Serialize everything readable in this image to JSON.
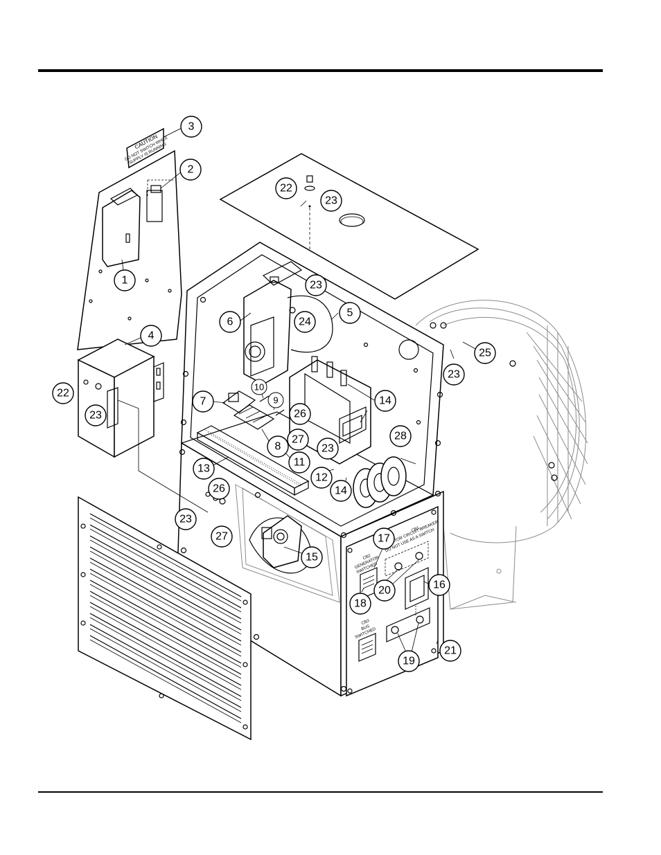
{
  "caution_label": {
    "title": "CAUTION",
    "line1": "DO NOT SWITCH WHILE",
    "line2": "SUPPLY IS RUNNING"
  },
  "panel_labels": {
    "breaker_title": "CB1",
    "breaker_line1": "GENERATOR CIRCUIT BREAKER",
    "breaker_line2": "DO NOT USE AS A SWITCH",
    "cb2_title": "CB2",
    "cb2_sub": "GENERATOR",
    "cb2_sub2": "SWITCHED",
    "cb3_title": "CB3",
    "cb3_sub": "BUS",
    "cb3_sub2": "SWITCHED"
  },
  "callouts": [
    "1",
    "2",
    "3",
    "4",
    "5",
    "6",
    "7",
    "8",
    "9",
    "10",
    "11",
    "12",
    "13",
    "14",
    "14",
    "15",
    "16",
    "16",
    "17",
    "18",
    "19",
    "19",
    "20",
    "20",
    "21",
    "22",
    "22",
    "23",
    "23",
    "23",
    "23",
    "23",
    "24",
    "25",
    "26",
    "26",
    "27",
    "27",
    "28"
  ]
}
